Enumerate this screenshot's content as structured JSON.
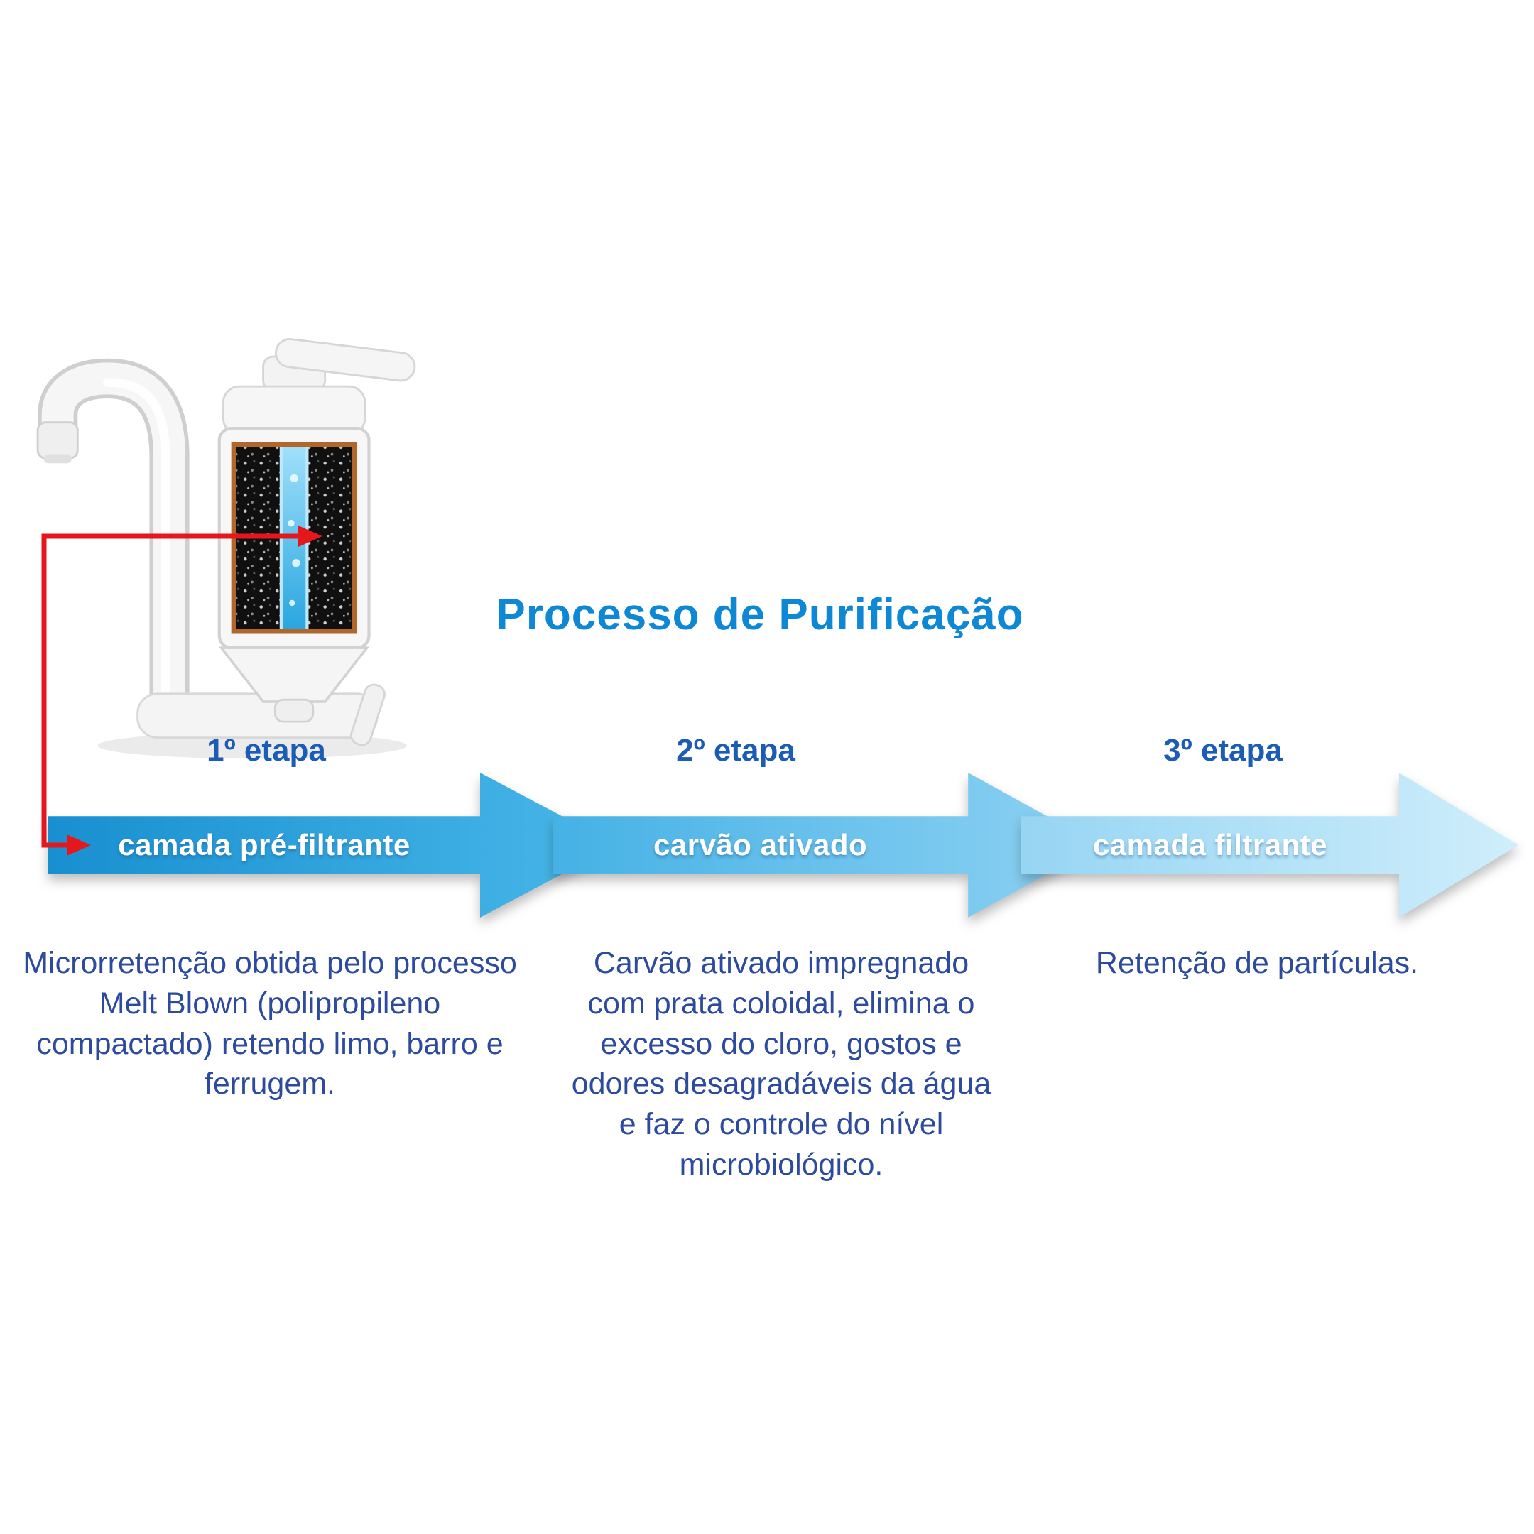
{
  "title": "Processo de Purificação",
  "stages": [
    {
      "step": "1º etapa",
      "arrow_label": "camada pré-filtrante",
      "description": "Microrretenção obtida pelo processo Melt Blown (polipropileno compactado) retendo limo, barro e ferrugem."
    },
    {
      "step": "2º etapa",
      "arrow_label": "carvão ativado",
      "description": "Carvão ativado impregnado com prata coloidal, elimina o excesso do cloro, gostos e odores desagradáveis da água e faz o controle do nível microbiológico."
    },
    {
      "step": "3º etapa",
      "arrow_label": "camada filtrante",
      "description": "Retenção de partículas."
    }
  ],
  "icons": {
    "illustration": "faucet-filter-illustration",
    "flow_line": "red-flow-line"
  },
  "colors": {
    "title": "#0e87d4",
    "step_label": "#1b5cb4",
    "description": "#2c4a9e",
    "arrow_label": "#ffffff",
    "arrow1_start": "#188fd0",
    "arrow1_end": "#49b8e9",
    "arrow2_start": "#45b1e5",
    "arrow2_end": "#8ed2f3",
    "arrow3_start": "#96d5f3",
    "arrow3_end": "#cfeefb",
    "red_line": "#e6171c",
    "background": "#ffffff"
  }
}
